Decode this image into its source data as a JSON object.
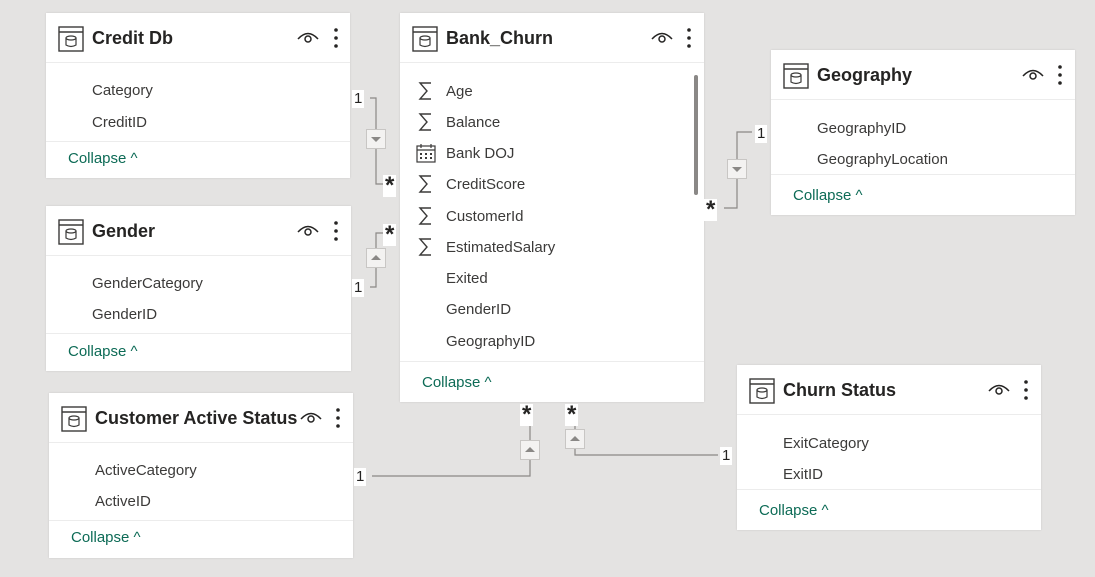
{
  "tables": [
    {
      "name": "Credit Db",
      "fields": [
        {
          "label": "Category",
          "icon": ""
        },
        {
          "label": "CreditID",
          "icon": ""
        }
      ],
      "collapse": "Collapse ^"
    },
    {
      "name": "Gender",
      "fields": [
        {
          "label": "GenderCategory",
          "icon": ""
        },
        {
          "label": "GenderID",
          "icon": ""
        }
      ],
      "collapse": "Collapse ^"
    },
    {
      "name": "Customer Active Status",
      "fields": [
        {
          "label": "ActiveCategory",
          "icon": ""
        },
        {
          "label": "ActiveID",
          "icon": ""
        }
      ],
      "collapse": "Collapse ^"
    },
    {
      "name": "Bank_Churn",
      "fields": [
        {
          "label": "Age",
          "icon": "sigma-icon"
        },
        {
          "label": "Balance",
          "icon": "sigma-icon"
        },
        {
          "label": "Bank DOJ",
          "icon": "calendar-icon"
        },
        {
          "label": "CreditScore",
          "icon": "sigma-icon"
        },
        {
          "label": "CustomerId",
          "icon": "sigma-icon"
        },
        {
          "label": "EstimatedSalary",
          "icon": "sigma-icon"
        },
        {
          "label": "Exited",
          "icon": ""
        },
        {
          "label": "GenderID",
          "icon": ""
        },
        {
          "label": "GeographyID",
          "icon": ""
        }
      ],
      "collapse": "Collapse ^"
    },
    {
      "name": "Geography",
      "fields": [
        {
          "label": "GeographyID",
          "icon": ""
        },
        {
          "label": "GeographyLocation",
          "icon": ""
        }
      ],
      "collapse": "Collapse ^"
    },
    {
      "name": "Churn Status",
      "fields": [
        {
          "label": "ExitCategory",
          "icon": ""
        },
        {
          "label": "ExitID",
          "icon": ""
        }
      ],
      "collapse": "Collapse ^"
    }
  ],
  "relationships": [
    {
      "from": "Credit Db",
      "to": "Bank_Churn",
      "one_label": "1",
      "many_label": "*"
    },
    {
      "from": "Gender",
      "to": "Bank_Churn",
      "one_label": "1",
      "many_label": "*"
    },
    {
      "from": "Customer Active Status",
      "to": "Bank_Churn",
      "one_label": "1",
      "many_label": "*"
    },
    {
      "from": "Geography",
      "to": "Bank_Churn",
      "one_label": "1",
      "many_label": "*"
    },
    {
      "from": "Churn Status",
      "to": "Bank_Churn",
      "one_label": "1",
      "many_label": "*"
    }
  ],
  "colors": {
    "canvas": "#e4e3e2",
    "card": "#ffffff",
    "collapse_link": "#0d6b56",
    "title": "#252423",
    "field_text": "#3b3a39",
    "line": "#8a8886"
  }
}
